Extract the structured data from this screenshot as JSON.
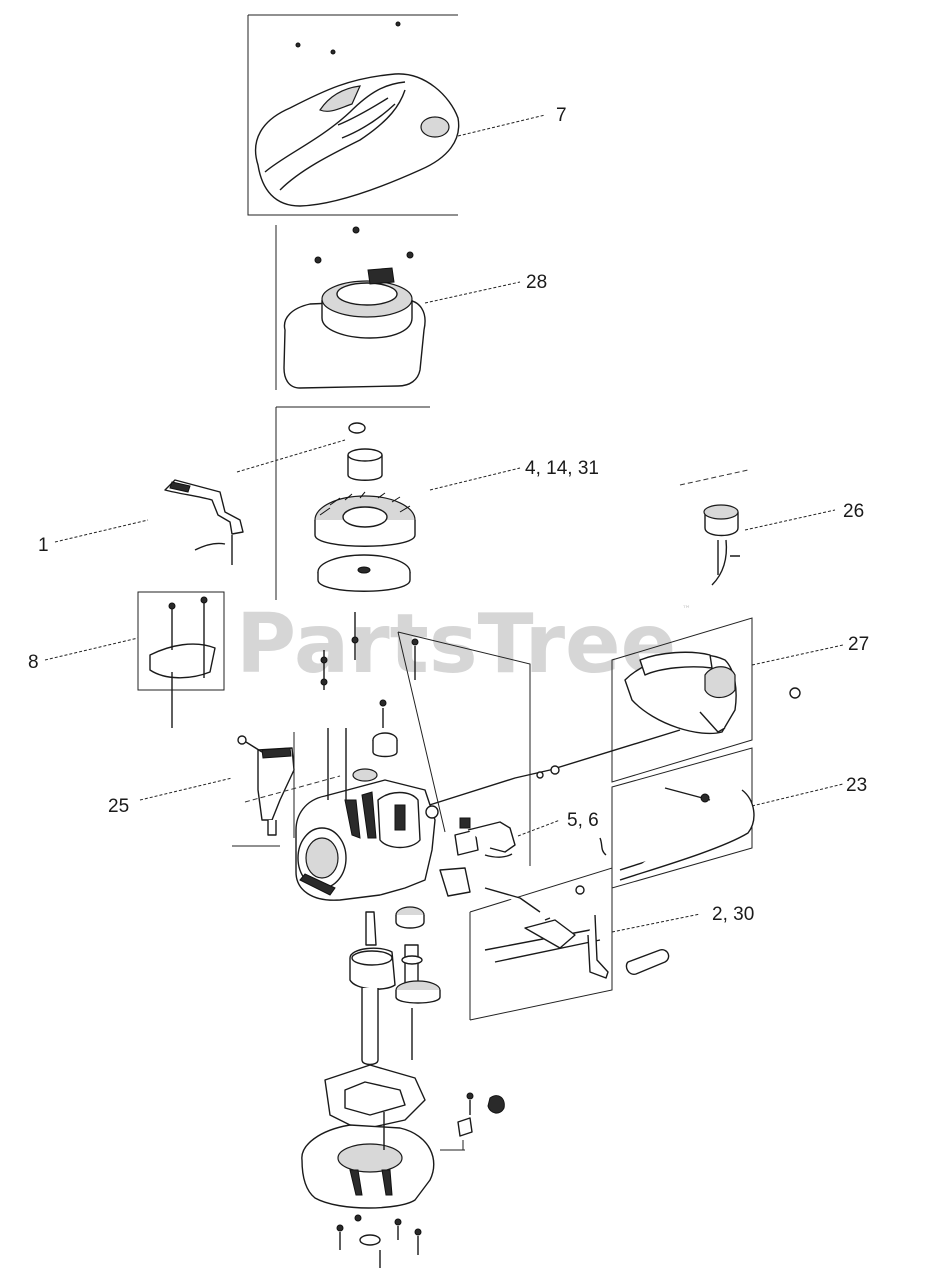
{
  "watermark": {
    "text": "PartsTree",
    "mark": "™"
  },
  "callouts": [
    {
      "id": "7",
      "label": "7"
    },
    {
      "id": "28",
      "label": "28"
    },
    {
      "id": "4-14-31",
      "label": "4, 14, 31"
    },
    {
      "id": "26",
      "label": "26"
    },
    {
      "id": "1",
      "label": "1"
    },
    {
      "id": "8",
      "label": "8"
    },
    {
      "id": "27",
      "label": "27"
    },
    {
      "id": "25",
      "label": "25"
    },
    {
      "id": "23",
      "label": "23"
    },
    {
      "id": "5-6",
      "label": "5, 6"
    },
    {
      "id": "2-30",
      "label": "2, 30"
    }
  ]
}
